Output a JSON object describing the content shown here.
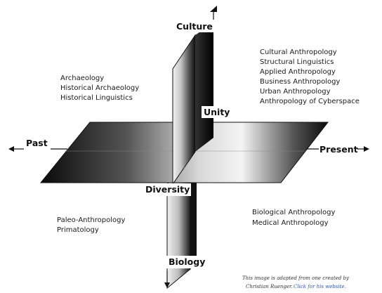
{
  "axes": {
    "top": "Culture",
    "bottom": "Biology",
    "left": "Past",
    "right": "Present",
    "center_upper": "Unity",
    "center_lower": "Diversity"
  },
  "quadrants": {
    "top_left": [
      "Archaeology",
      "Historical Archaeology",
      "Historical Linguistics"
    ],
    "top_right": [
      "Cultural Anthropology",
      "Structural Linguistics",
      "Applied Anthropology",
      "Business Anthropology",
      "Urban Anthropology",
      "Anthropology of Cyberspace"
    ],
    "bottom_left": [
      "Paleo-Anthropology",
      "Primatology"
    ],
    "bottom_right": [
      "Biological Anthropology",
      "Medical Anthropology"
    ]
  },
  "credit": {
    "line1": "This image is adapted from one created by",
    "line2_name": "Christian Ruenger.",
    "line2_link": "Click for his website."
  }
}
